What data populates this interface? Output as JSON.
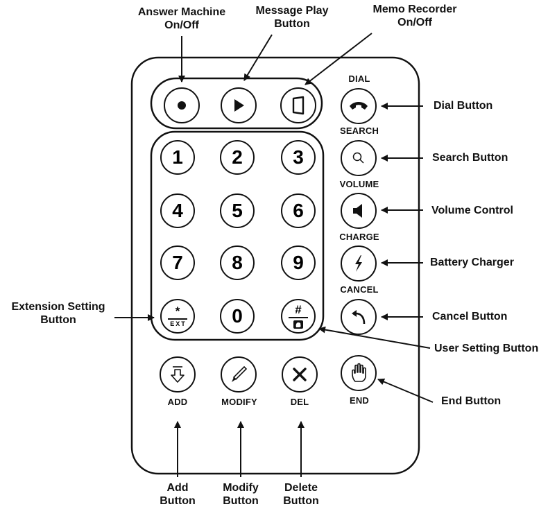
{
  "callouts": {
    "answer_machine": [
      "Answer Machine",
      "On/Off"
    ],
    "message_play": [
      "Message Play",
      "Button"
    ],
    "memo_recorder": [
      "Memo Recorder",
      "On/Off"
    ],
    "dial": "Dial Button",
    "search": "Search Button",
    "volume": "Volume Control",
    "battery": "Battery Charger",
    "cancel": "Cancel Button",
    "user_setting": "User Setting Button",
    "end": "End Button",
    "extension": [
      "Extension Setting",
      "Button"
    ],
    "add": [
      "Add",
      "Button"
    ],
    "modify": [
      "Modify",
      "Button"
    ],
    "delete": [
      "Delete",
      "Button"
    ]
  },
  "button_labels": {
    "dial": "DIAL",
    "search": "SEARCH",
    "volume": "VOLUME",
    "charge": "CHARGE",
    "cancel": "CANCEL",
    "add": "ADD",
    "modify": "MODIFY",
    "del": "DEL",
    "end": "END"
  },
  "keypad": [
    "1",
    "2",
    "3",
    "4",
    "5",
    "6",
    "7",
    "8",
    "9",
    "0"
  ],
  "star_key": {
    "top": "*",
    "bottom": "EXT"
  },
  "hash_key": {
    "top": "#"
  },
  "icons": [
    "record-dot-icon",
    "play-icon",
    "memo-icon",
    "phone-handset-icon",
    "magnifier-icon",
    "speaker-icon",
    "lightning-icon",
    "back-arrow-icon",
    "add-down-arrow-icon",
    "pen-icon",
    "x-icon",
    "hand-icon",
    "user-head-icon"
  ]
}
